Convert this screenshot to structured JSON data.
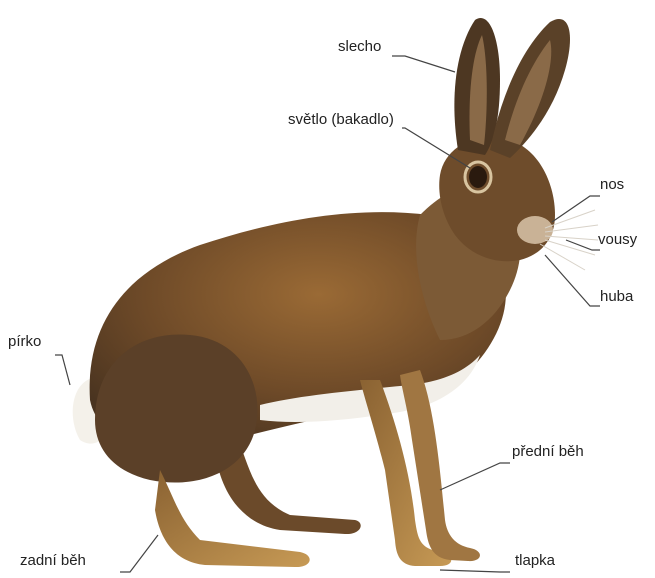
{
  "labels": {
    "slecho": "slecho",
    "svetlo": "světlo (bakadlo)",
    "nos": "nos",
    "vousy": "vousy",
    "huba": "huba",
    "pirko": "pírko",
    "predni_beh": "přední běh",
    "zadni_beh": "zadní běh",
    "tlapka": "tlapka"
  },
  "colors": {
    "fur_dark": "#4a3420",
    "fur_mid": "#7a5530",
    "fur_light": "#a8783f",
    "leg": "#b88a4a",
    "belly": "#f2efe9",
    "leader": "#444444"
  }
}
